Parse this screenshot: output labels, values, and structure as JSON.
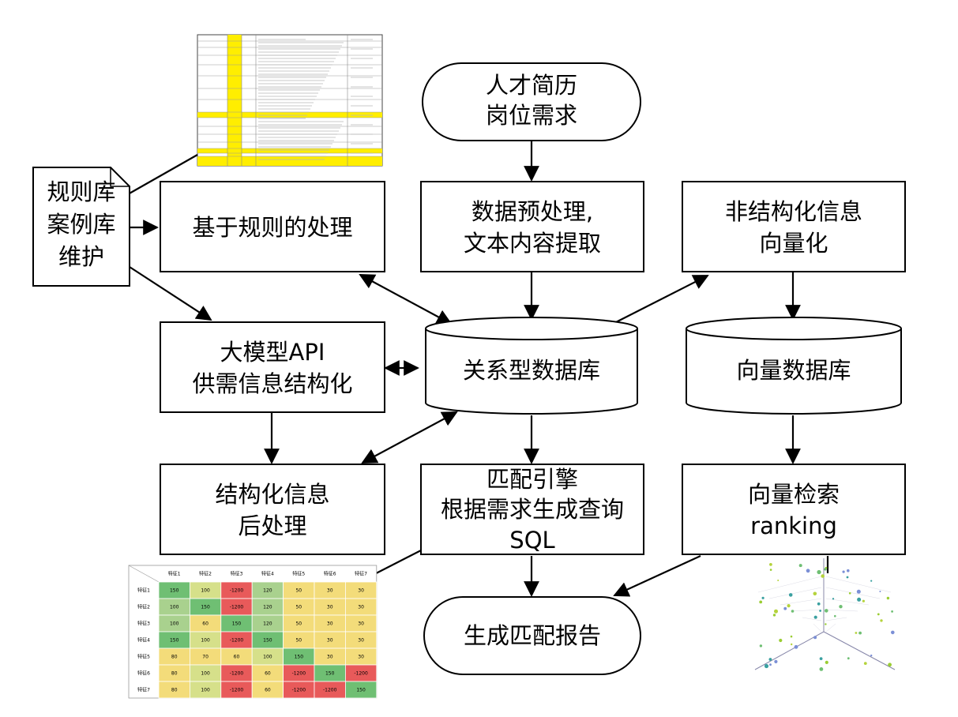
{
  "nodes": {
    "resume_req": [
      "人才简历",
      "岗位需求"
    ],
    "rule_maint": [
      "规则库",
      "案例库",
      "维护"
    ],
    "rule_proc": [
      "基于规则的处理"
    ],
    "preprocess": [
      "数据预处理,",
      "文本内容提取"
    ],
    "vectorize": [
      "非结构化信息",
      "向量化"
    ],
    "llm_api": [
      "大模型API",
      "供需信息结构化"
    ],
    "rel_db": [
      "关系型数据库"
    ],
    "vec_db": [
      "向量数据库"
    ],
    "post_proc": [
      "结构化信息",
      "后处理"
    ],
    "match_engine": [
      "匹配引擎",
      "根据需求生成查询",
      "SQL"
    ],
    "vec_search": [
      "向量检索",
      "ranking"
    ],
    "report": [
      "生成匹配报告"
    ]
  },
  "heatmap": {
    "col_headers": [
      "特征1",
      "特征2",
      "特征3",
      "特征4",
      "特征5",
      "特征6",
      "特征7"
    ],
    "row_headers": [
      "特征1",
      "特征2",
      "特征3",
      "特征4",
      "特征5",
      "特征6",
      "特征7"
    ],
    "cells": [
      [
        "150",
        "100",
        "-1200",
        "120",
        "50",
        "30",
        "30"
      ],
      [
        "100",
        "150",
        "-1200",
        "120",
        "50",
        "30",
        "30"
      ],
      [
        "100",
        "60",
        "150",
        "120",
        "50",
        "30",
        "30"
      ],
      [
        "150",
        "100",
        "-1200",
        "150",
        "50",
        "30",
        "30"
      ],
      [
        "80",
        "70",
        "60",
        "100",
        "150",
        "30",
        "30"
      ],
      [
        "80",
        "100",
        "-1200",
        "60",
        "-1200",
        "150",
        "-1200"
      ],
      [
        "80",
        "100",
        "-1200",
        "60",
        "-1200",
        "-1200",
        "150"
      ]
    ],
    "cell_colors": [
      [
        "#6fbf73",
        "#d6e08a",
        "#e85a5a",
        "#a9d18e",
        "#f3dc7a",
        "#f3dc7a",
        "#f3dc7a"
      ],
      [
        "#a9d18e",
        "#6fbf73",
        "#e85a5a",
        "#a9d18e",
        "#f3dc7a",
        "#f3dc7a",
        "#f3dc7a"
      ],
      [
        "#a9d18e",
        "#f3dc7a",
        "#6fbf73",
        "#a9d18e",
        "#f3dc7a",
        "#f3dc7a",
        "#f3dc7a"
      ],
      [
        "#6fbf73",
        "#d6e08a",
        "#e85a5a",
        "#6fbf73",
        "#f3dc7a",
        "#f3dc7a",
        "#f3dc7a"
      ],
      [
        "#f3dc7a",
        "#f3dc7a",
        "#f3dc7a",
        "#d6e08a",
        "#6fbf73",
        "#f3dc7a",
        "#f3dc7a"
      ],
      [
        "#f3dc7a",
        "#d6e08a",
        "#e85a5a",
        "#f3dc7a",
        "#e85a5a",
        "#6fbf73",
        "#e85a5a"
      ],
      [
        "#f3dc7a",
        "#d6e08a",
        "#e85a5a",
        "#f3dc7a",
        "#e85a5a",
        "#e85a5a",
        "#6fbf73"
      ]
    ]
  },
  "colors": {
    "stroke": "#000000",
    "spreadsheet_highlight": "#ffee00"
  }
}
